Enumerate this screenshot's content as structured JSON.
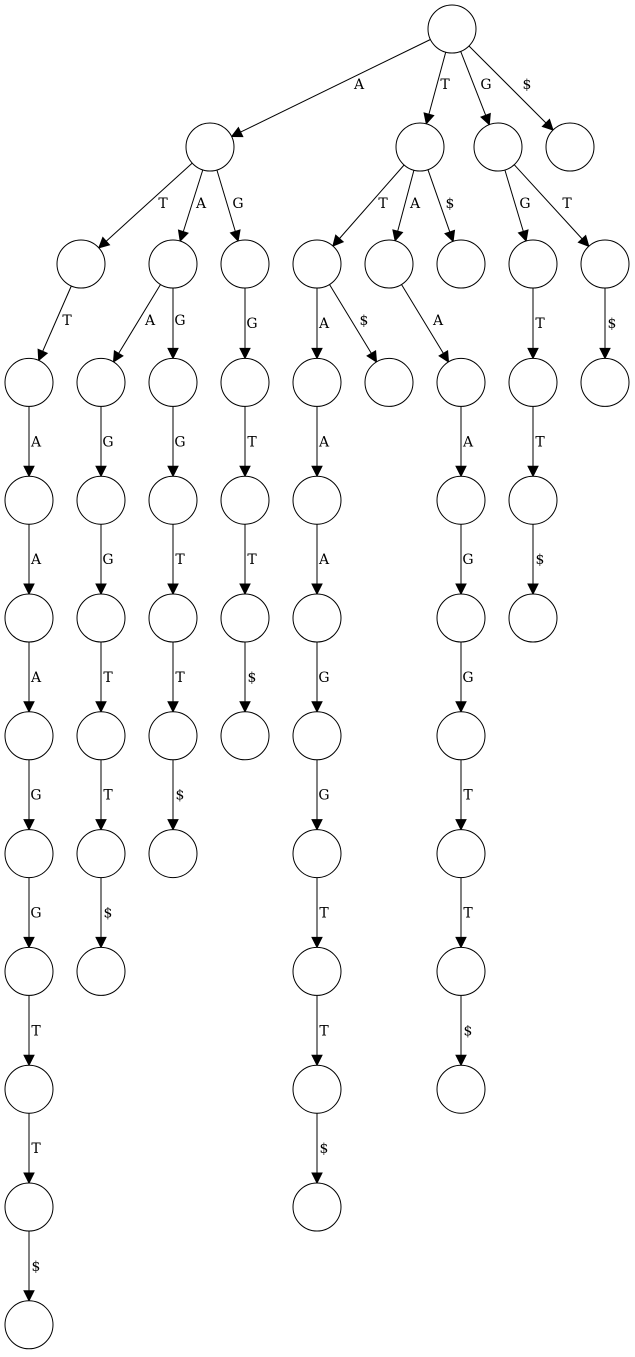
{
  "diagram": {
    "type": "suffix-trie",
    "nodes": [
      {
        "id": "root"
      },
      {
        "id": "A"
      },
      {
        "id": "T"
      },
      {
        "id": "G"
      },
      {
        "id": "$"
      },
      {
        "id": "AT"
      },
      {
        "id": "AA"
      },
      {
        "id": "AG"
      },
      {
        "id": "TT"
      },
      {
        "id": "TA"
      },
      {
        "id": "T$"
      },
      {
        "id": "GG"
      },
      {
        "id": "GT"
      },
      {
        "id": "ATT"
      },
      {
        "id": "AAA"
      },
      {
        "id": "AAG"
      },
      {
        "id": "AGG"
      },
      {
        "id": "TTA"
      },
      {
        "id": "TT$"
      },
      {
        "id": "TAA"
      },
      {
        "id": "GGT"
      },
      {
        "id": "GT$"
      },
      {
        "id": "ATTA"
      },
      {
        "id": "AAAG"
      },
      {
        "id": "AAGG"
      },
      {
        "id": "AGGT"
      },
      {
        "id": "TTAA"
      },
      {
        "id": "TAAA"
      },
      {
        "id": "GGTT"
      },
      {
        "id": "ATTAA"
      },
      {
        "id": "AAAGG"
      },
      {
        "id": "AAGGT"
      },
      {
        "id": "AGGTT"
      },
      {
        "id": "TTAAA"
      },
      {
        "id": "TAAAG"
      },
      {
        "id": "GGTT$"
      },
      {
        "id": "ATTAAA"
      },
      {
        "id": "AAAGGT"
      },
      {
        "id": "AAGGTT"
      },
      {
        "id": "AGGTT$"
      },
      {
        "id": "TTAAAG"
      },
      {
        "id": "TAAAGG"
      },
      {
        "id": "ATTAAAG"
      },
      {
        "id": "AAAGGTT"
      },
      {
        "id": "AAGGTT$"
      },
      {
        "id": "TTAAAGG"
      },
      {
        "id": "TAAAGGT"
      },
      {
        "id": "ATTAAAGG"
      },
      {
        "id": "AAAGGTT$"
      },
      {
        "id": "TTAAAGGT"
      },
      {
        "id": "TAAAGGTT"
      },
      {
        "id": "ATTAAAGGT"
      },
      {
        "id": "TTAAAGGTT"
      },
      {
        "id": "TAAAGGTT$"
      },
      {
        "id": "ATTAAAGGTT"
      },
      {
        "id": "TTAAAGGTT$"
      },
      {
        "id": "ATTAAAGGTT$"
      }
    ],
    "edges": [
      {
        "from": "root",
        "to": "A",
        "label": "A"
      },
      {
        "from": "root",
        "to": "T",
        "label": "T"
      },
      {
        "from": "root",
        "to": "G",
        "label": "G"
      },
      {
        "from": "root",
        "to": "$",
        "label": "$"
      },
      {
        "from": "A",
        "to": "AT",
        "label": "T"
      },
      {
        "from": "A",
        "to": "AA",
        "label": "A"
      },
      {
        "from": "A",
        "to": "AG",
        "label": "G"
      },
      {
        "from": "T",
        "to": "TT",
        "label": "T"
      },
      {
        "from": "T",
        "to": "TA",
        "label": "A"
      },
      {
        "from": "T",
        "to": "T$",
        "label": "$"
      },
      {
        "from": "G",
        "to": "GG",
        "label": "G"
      },
      {
        "from": "G",
        "to": "GT",
        "label": "T"
      },
      {
        "from": "AT",
        "to": "ATT",
        "label": "T"
      },
      {
        "from": "AA",
        "to": "AAA",
        "label": "A"
      },
      {
        "from": "AA",
        "to": "AAG",
        "label": "G"
      },
      {
        "from": "AG",
        "to": "AGG",
        "label": "G"
      },
      {
        "from": "TT",
        "to": "TTA",
        "label": "A"
      },
      {
        "from": "TT",
        "to": "TT$",
        "label": "$"
      },
      {
        "from": "TA",
        "to": "TAA",
        "label": "A"
      },
      {
        "from": "GG",
        "to": "GGT",
        "label": "T"
      },
      {
        "from": "GT",
        "to": "GT$",
        "label": "$"
      },
      {
        "from": "ATT",
        "to": "ATTA",
        "label": "A"
      },
      {
        "from": "AAA",
        "to": "AAAG",
        "label": "G"
      },
      {
        "from": "AAG",
        "to": "AAGG",
        "label": "G"
      },
      {
        "from": "AGG",
        "to": "AGGT",
        "label": "T"
      },
      {
        "from": "TTA",
        "to": "TTAA",
        "label": "A"
      },
      {
        "from": "TAA",
        "to": "TAAA",
        "label": "A"
      },
      {
        "from": "GGT",
        "to": "GGTT",
        "label": "T"
      },
      {
        "from": "ATTA",
        "to": "ATTAA",
        "label": "A"
      },
      {
        "from": "AAAG",
        "to": "AAAGG",
        "label": "G"
      },
      {
        "from": "AAGG",
        "to": "AAGGT",
        "label": "T"
      },
      {
        "from": "AGGT",
        "to": "AGGTT",
        "label": "T"
      },
      {
        "from": "TTAA",
        "to": "TTAAA",
        "label": "A"
      },
      {
        "from": "TAAA",
        "to": "TAAAG",
        "label": "G"
      },
      {
        "from": "GGTT",
        "to": "GGTT$",
        "label": "$"
      },
      {
        "from": "ATTAA",
        "to": "ATTAAA",
        "label": "A"
      },
      {
        "from": "AAAGG",
        "to": "AAAGGT",
        "label": "T"
      },
      {
        "from": "AAGGT",
        "to": "AAGGTT",
        "label": "T"
      },
      {
        "from": "AGGTT",
        "to": "AGGTT$",
        "label": "$"
      },
      {
        "from": "TTAAA",
        "to": "TTAAAG",
        "label": "G"
      },
      {
        "from": "TAAAG",
        "to": "TAAAGG",
        "label": "G"
      },
      {
        "from": "ATTAAA",
        "to": "ATTAAAG",
        "label": "G"
      },
      {
        "from": "AAAGGT",
        "to": "AAAGGTT",
        "label": "T"
      },
      {
        "from": "AAGGTT",
        "to": "AAGGTT$",
        "label": "$"
      },
      {
        "from": "TTAAAG",
        "to": "TTAAAGG",
        "label": "G"
      },
      {
        "from": "TAAAGG",
        "to": "TAAAGGT",
        "label": "T"
      },
      {
        "from": "ATTAAAG",
        "to": "ATTAAAGG",
        "label": "G"
      },
      {
        "from": "AAAGGTT",
        "to": "AAAGGTT$",
        "label": "$"
      },
      {
        "from": "TTAAAGG",
        "to": "TTAAAGGT",
        "label": "T"
      },
      {
        "from": "TAAAGGT",
        "to": "TAAAGGTT",
        "label": "T"
      },
      {
        "from": "ATTAAAGG",
        "to": "ATTAAAGGT",
        "label": "T"
      },
      {
        "from": "TTAAAGGT",
        "to": "TTAAAGGTT",
        "label": "T"
      },
      {
        "from": "TAAAGGTT",
        "to": "TAAAGGTT$",
        "label": "$"
      },
      {
        "from": "ATTAAAGGT",
        "to": "ATTAAAGGTT",
        "label": "T"
      },
      {
        "from": "TTAAAGGTT",
        "to": "TTAAAGGTT$",
        "label": "$"
      },
      {
        "from": "ATTAAAGGTT",
        "to": "ATTAAAGGTT$",
        "label": "$"
      }
    ]
  }
}
